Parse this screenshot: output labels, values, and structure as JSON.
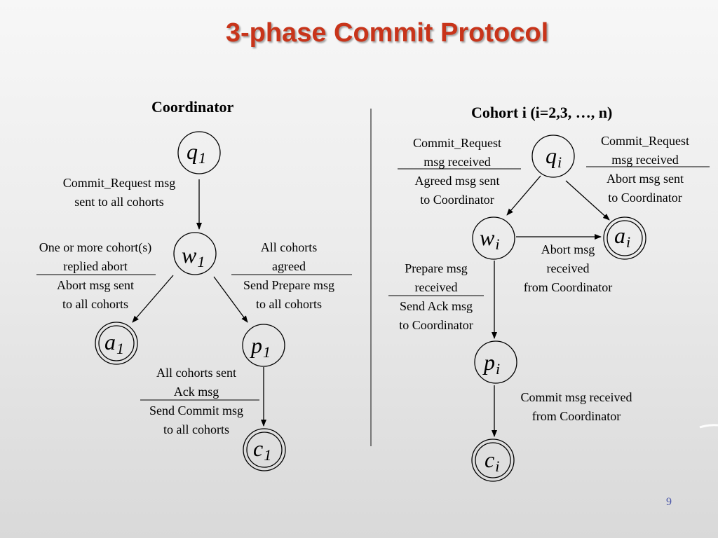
{
  "slide": {
    "title": "3-phase Commit Protocol",
    "page_number": "9"
  },
  "coordinator": {
    "heading": "Coordinator",
    "states": {
      "q": {
        "letter": "q",
        "sub": "1"
      },
      "w": {
        "letter": "w",
        "sub": "1"
      },
      "a": {
        "letter": "a",
        "sub": "1"
      },
      "p": {
        "letter": "p",
        "sub": "1"
      },
      "c": {
        "letter": "c",
        "sub": "1"
      }
    },
    "q_to_w": {
      "line1": "Commit_Request msg",
      "line2": "sent to all cohorts"
    },
    "w_to_a": {
      "condition1": "One or more cohort(s)",
      "condition2": "replied abort",
      "action1": "Abort msg sent",
      "action2": "to all cohorts"
    },
    "w_to_p": {
      "condition1": "All cohorts",
      "condition2": "agreed",
      "action1": "Send Prepare msg",
      "action2": "to all cohorts"
    },
    "p_to_c": {
      "condition1": "All cohorts sent",
      "condition2": "Ack msg",
      "action1": "Send Commit msg",
      "action2": "to all cohorts"
    }
  },
  "cohort": {
    "heading": "Cohort i (i=2,3, …, n)",
    "states": {
      "q": {
        "letter": "q",
        "sub": "i"
      },
      "w": {
        "letter": "w",
        "sub": "i"
      },
      "a": {
        "letter": "a",
        "sub": "i"
      },
      "p": {
        "letter": "p",
        "sub": "i"
      },
      "c": {
        "letter": "c",
        "sub": "i"
      }
    },
    "q_to_w": {
      "condition1": "Commit_Request",
      "condition2": "msg received",
      "action1": "Agreed msg sent",
      "action2": "to Coordinator"
    },
    "q_to_a": {
      "condition1": "Commit_Request",
      "condition2": "msg received",
      "action1": "Abort msg sent",
      "action2": "to Coordinator"
    },
    "w_to_a": {
      "line1": "Abort msg",
      "line2": "received",
      "line3": "from Coordinator"
    },
    "w_to_p": {
      "condition1": "Prepare msg",
      "condition2": "received",
      "action1": "Send Ack msg",
      "action2": "to Coordinator"
    },
    "p_to_c": {
      "line1": "Commit msg received",
      "line2": "from Coordinator"
    }
  },
  "colors": {
    "title": "#c8341a",
    "page_number": "#4a56a8",
    "lines": "#000000"
  }
}
